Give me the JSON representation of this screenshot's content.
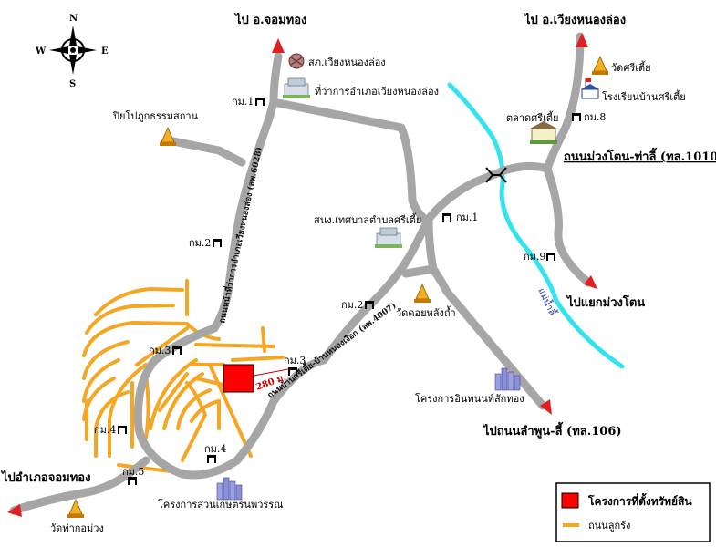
{
  "compass": {
    "n": "N",
    "s": "S",
    "e": "E",
    "w": "W"
  },
  "destinations": {
    "to_chom_thong": "ไป อ.จอมทอง",
    "to_wiang_nong_long": "ไป อ.เวียงหนองล่อง",
    "to_muang_khon_junction": "ไปแยกม่วงโตน",
    "to_lamphun_li_road": "ไปถนนลำพูน-ลี้ (ทล.106)",
    "to_chom_thong_district": "ไปอำเภอจอมทอง"
  },
  "roads": {
    "muang_khon_tha_li": "ถนนม่วงโตน-ท่าลี้ (ทล.1010)",
    "route_6028": "ถนนหน้าที่ว่าการอำเภอเวียงหนองล่อง (ลพ.6028)",
    "route_4007": "ถนนบ้านศรีเตี้ย-บ้านหนองเงือก (ลพ.4007)",
    "river_name": "แม่น้ำลี้"
  },
  "places": {
    "police_station": "สภ.เวียงหนองล่อง",
    "district_office": "ที่ว่าการอำเภอเวียงหนองล่อง",
    "wat_si_tia": "วัดศรีเตี้ย",
    "school_ban_si_tia": "โรงเรียนบ้านศรีเตี้ย",
    "market_si_tia": "ตลาดศรีเตี้ย",
    "monastery": "ปิยโปภูกธรรมสถาน",
    "municipal_office": "สนง.เทศบาลตำบลศรีเตี้ย",
    "wat_doi_lang_tham": "วัดดอยหลังถ้ำ",
    "project_inthanon": "โครงการอินทนนท์สักทอง",
    "project_suan_kaset": "โครงการสวนเกษตรนพวรรณ",
    "wat_tha_kor_muang": "วัดท่ากอม่วง"
  },
  "distances": {
    "d_km1_north": "กม.1",
    "d_km2_north": "กม.2",
    "d_km1_east": "กม.1",
    "d_km2_east": "กม.2",
    "d_km3_east": "กม.3",
    "d_km3_west": "กม.3",
    "d_km4_west": "กม.4",
    "d_km4_south": "กม.4",
    "d_km5": "กม.5",
    "d_km8": "กม.8",
    "d_km9": "กม.9",
    "property_distance": "280 ม."
  },
  "legend": {
    "property": "โครงการที่ตั้งทรัพย์สิน",
    "property_color": "#ff0000",
    "road": "ถนนลูกรัง",
    "road_color": "#f5a623"
  },
  "colors": {
    "main_road": "#a6a6a6",
    "river": "#33e3ee",
    "arrow": "#e02020"
  }
}
